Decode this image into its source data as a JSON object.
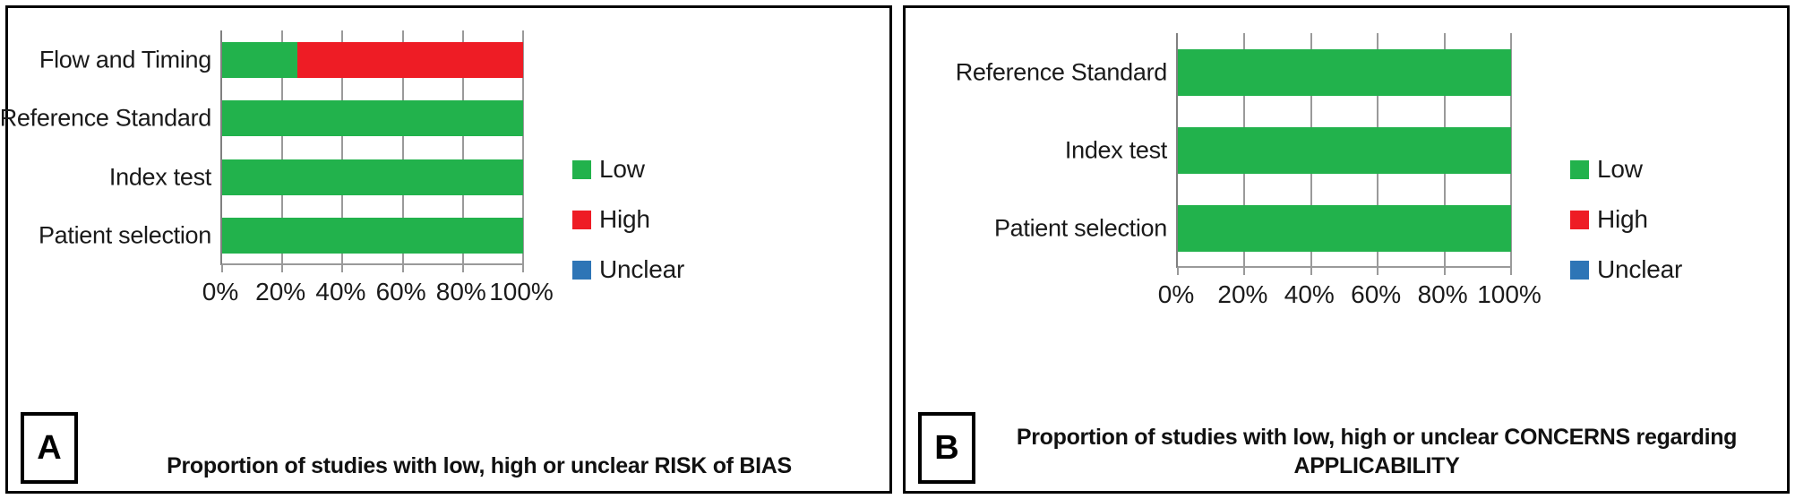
{
  "figure": {
    "background": "#ffffff",
    "border_color": "#000000"
  },
  "colors": {
    "low": "#22b24c",
    "high": "#ee1c25",
    "unclear": "#2e75b6",
    "grid": "#9a9a9a",
    "text": "#1a1a1a"
  },
  "panels": [
    {
      "tag": "A",
      "caption": "Proportion of studies with low, high or unclear RISK of BIAS",
      "legend": [
        {
          "label": "Low",
          "color": "#22b24c"
        },
        {
          "label": "High",
          "color": "#ee1c25"
        },
        {
          "label": "Unclear",
          "color": "#2e75b6"
        }
      ],
      "categories": [
        "Flow and Timing",
        "Reference Standard",
        "Index test",
        "Patient selection"
      ],
      "tick_labels": [
        "0%",
        "20%",
        "40%",
        "60%",
        "80%",
        "100%"
      ]
    },
    {
      "tag": "B",
      "caption": "Proportion of studies with low, high or unclear CONCERNS regarding APPLICABILITY",
      "legend": [
        {
          "label": "Low",
          "color": "#22b24c"
        },
        {
          "label": "High",
          "color": "#ee1c25"
        },
        {
          "label": "Unclear",
          "color": "#2e75b6"
        }
      ],
      "categories": [
        "Reference Standard",
        "Index test",
        "Patient selection"
      ],
      "tick_labels": [
        "0%",
        "20%",
        "40%",
        "60%",
        "80%",
        "100%"
      ]
    }
  ],
  "chart_data": [
    {
      "type": "bar",
      "orientation": "horizontal",
      "stacked": true,
      "panel": "A",
      "title": "Proportion of studies with low, high or unclear RISK of BIAS",
      "xlabel": "",
      "ylabel": "",
      "xlim": [
        0,
        100
      ],
      "xticks": [
        0,
        20,
        40,
        60,
        80,
        100
      ],
      "xtick_labels": [
        "0%",
        "20%",
        "40%",
        "60%",
        "80%",
        "100%"
      ],
      "grid": true,
      "legend_position": "right",
      "categories": [
        "Flow and Timing",
        "Reference Standard",
        "Index test",
        "Patient selection"
      ],
      "series": [
        {
          "name": "Low",
          "color": "#22b24c",
          "values": [
            25,
            100,
            100,
            100
          ]
        },
        {
          "name": "High",
          "color": "#ee1c25",
          "values": [
            75,
            0,
            0,
            0
          ]
        },
        {
          "name": "Unclear",
          "color": "#2e75b6",
          "values": [
            0,
            0,
            0,
            0
          ]
        }
      ]
    },
    {
      "type": "bar",
      "orientation": "horizontal",
      "stacked": true,
      "panel": "B",
      "title": "Proportion of studies with low, high or unclear CONCERNS regarding APPLICABILITY",
      "xlabel": "",
      "ylabel": "",
      "xlim": [
        0,
        100
      ],
      "xticks": [
        0,
        20,
        40,
        60,
        80,
        100
      ],
      "xtick_labels": [
        "0%",
        "20%",
        "40%",
        "60%",
        "80%",
        "100%"
      ],
      "grid": true,
      "legend_position": "right",
      "categories": [
        "Reference Standard",
        "Index test",
        "Patient selection"
      ],
      "series": [
        {
          "name": "Low",
          "color": "#22b24c",
          "values": [
            100,
            100,
            100
          ]
        },
        {
          "name": "High",
          "color": "#ee1c25",
          "values": [
            0,
            0,
            0
          ]
        },
        {
          "name": "Unclear",
          "color": "#2e75b6",
          "values": [
            0,
            0,
            0
          ]
        }
      ]
    }
  ]
}
